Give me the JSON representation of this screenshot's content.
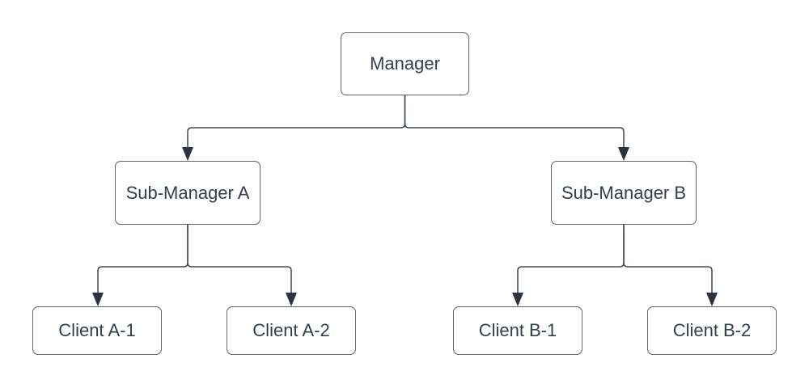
{
  "diagram": {
    "type": "org-chart-tree",
    "background_color": "#ffffff",
    "node_style": {
      "fill": "#ffffff",
      "border_color": "#5d646e",
      "text_color": "#333e4e",
      "corner": "rounded"
    },
    "edge_style": {
      "line_color": "#424a57",
      "arrowhead_color": "#2b323e",
      "arrowhead": "filled-triangle-down",
      "routing": "orthogonal-rounded"
    },
    "nodes": [
      {
        "id": "manager",
        "label": "Manager",
        "level": 0
      },
      {
        "id": "sub-manager-a",
        "label": "Sub-Manager A",
        "level": 1
      },
      {
        "id": "sub-manager-b",
        "label": "Sub-Manager B",
        "level": 1
      },
      {
        "id": "client-a1",
        "label": "Client A-1",
        "level": 2
      },
      {
        "id": "client-a2",
        "label": "Client A-2",
        "level": 2
      },
      {
        "id": "client-b1",
        "label": "Client B-1",
        "level": 2
      },
      {
        "id": "client-b2",
        "label": "Client B-2",
        "level": 2
      }
    ],
    "edges": [
      {
        "from": "Manager",
        "to": "Sub-Manager A"
      },
      {
        "from": "Manager",
        "to": "Sub-Manager B"
      },
      {
        "from": "Sub-Manager A",
        "to": "Client A-1"
      },
      {
        "from": "Sub-Manager A",
        "to": "Client A-2"
      },
      {
        "from": "Sub-Manager B",
        "to": "Client B-1"
      },
      {
        "from": "Sub-Manager B",
        "to": "Client B-2"
      }
    ]
  }
}
